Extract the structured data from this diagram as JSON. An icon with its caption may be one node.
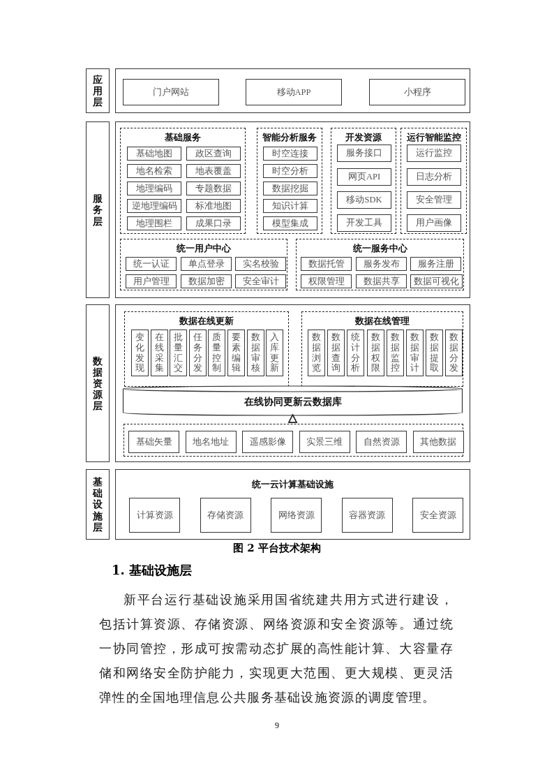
{
  "diagram": {
    "caption": "图 2 平台技术架构",
    "nodes": [
      {
        "text": [
          "应用层"
        ]
      },
      {
        "text": [],
        "shape": "box"
      },
      {
        "text": [
          "门户网站"
        ],
        "in": 1
      },
      {
        "text": [
          "移动APP"
        ],
        "in": 1
      },
      {
        "text": [
          "小程序"
        ],
        "in": 1
      },
      {
        "text": [
          "服务层"
        ]
      },
      {
        "text": [],
        "shape": "box"
      },
      {
        "text": [
          "基础服务"
        ],
        "in": 6
      },
      {
        "text": [
          "基础地图"
        ],
        "in": 7
      },
      {
        "text": [
          "政区查询"
        ],
        "in": 7
      },
      {
        "text": [
          "地名检索"
        ],
        "in": 7
      },
      {
        "text": [
          "地表覆盖"
        ],
        "in": 7
      },
      {
        "text": [
          "地理编码"
        ],
        "in": 7
      },
      {
        "text": [
          "专题数据"
        ],
        "in": 7
      },
      {
        "text": [
          "逆地理编码"
        ],
        "in": 7
      },
      {
        "text": [
          "标准地图"
        ],
        "in": 7
      },
      {
        "text": [
          "地理围栏"
        ],
        "in": 7
      },
      {
        "text": [
          "成果口录"
        ],
        "in": 7
      },
      {
        "text": [
          "智能分析服务"
        ],
        "in": 6
      },
      {
        "text": [
          "时空连接"
        ],
        "in": 18
      },
      {
        "text": [
          "时空分析"
        ],
        "in": 18
      },
      {
        "text": [
          "数据挖掘"
        ],
        "in": 18
      },
      {
        "text": [
          "知识计算"
        ],
        "in": 18
      },
      {
        "text": [
          "模型集成"
        ],
        "in": 18
      },
      {
        "text": [
          "开发资源"
        ],
        "in": 6
      },
      {
        "text": [
          "服务接口"
        ],
        "in": 24
      },
      {
        "text": [
          "网页API"
        ],
        "in": 24
      },
      {
        "text": [
          "移动SDK"
        ],
        "in": 24
      },
      {
        "text": [
          "开发工具"
        ],
        "in": 24
      },
      {
        "text": [
          "运行智能监控"
        ],
        "in": 6
      },
      {
        "text": [
          "运行监控"
        ],
        "in": 29
      },
      {
        "text": [
          "日志分析"
        ],
        "in": 29
      },
      {
        "text": [
          "安全管理"
        ],
        "in": 29
      },
      {
        "text": [
          "用户画像"
        ],
        "in": 29
      },
      {
        "text": [
          "统一用户中心"
        ],
        "in": 6
      },
      {
        "text": [
          "统一认证"
        ],
        "in": 34
      },
      {
        "text": [
          "单点登录"
        ],
        "in": 34
      },
      {
        "text": [
          "实名校验"
        ],
        "in": 34
      },
      {
        "text": [
          "用户管理"
        ],
        "in": 34
      },
      {
        "text": [
          "数据加密"
        ],
        "in": 34
      },
      {
        "text": [
          "安全审计"
        ],
        "in": 34
      },
      {
        "text": [
          "统一服务中心"
        ],
        "in": 6
      },
      {
        "text": [
          "数据托管"
        ],
        "in": 41
      },
      {
        "text": [
          "服务发布"
        ],
        "in": 41
      },
      {
        "text": [
          "服务注册"
        ],
        "in": 41
      },
      {
        "text": [
          "权限管理"
        ],
        "in": 41
      },
      {
        "text": [
          "数据共享"
        ],
        "in": 41
      },
      {
        "text": [
          "数据可视化"
        ],
        "in": 41
      },
      {
        "text": [
          "数据资源层"
        ]
      },
      {
        "text": [],
        "shape": "box"
      },
      {
        "text": [
          "数据在线更新"
        ],
        "in": 49
      },
      {
        "text": [
          "变化发现"
        ],
        "in": 50
      },
      {
        "text": [
          "在线采集"
        ],
        "in": 50
      },
      {
        "text": [
          "批量汇交"
        ],
        "in": 50
      },
      {
        "text": [
          "任务分发"
        ],
        "in": 50
      },
      {
        "text": [
          "质量控制"
        ],
        "in": 50
      },
      {
        "text": [
          "要素编辑"
        ],
        "in": 50
      },
      {
        "text": [
          "数据审核"
        ],
        "in": 50
      },
      {
        "text": [
          "入库更新"
        ],
        "in": 50
      },
      {
        "text": [
          "数据在线管理"
        ],
        "in": 49
      },
      {
        "text": [
          "数据浏览"
        ],
        "in": 59
      },
      {
        "text": [
          "数据查询"
        ],
        "in": 59
      },
      {
        "text": [
          "统计分析"
        ],
        "in": 59
      },
      {
        "text": [
          "数据权限"
        ],
        "in": 59
      },
      {
        "text": [
          "数据监控"
        ],
        "in": 59
      },
      {
        "text": [
          "数据审计"
        ],
        "in": 59
      },
      {
        "text": [
          "数据提取"
        ],
        "in": 59
      },
      {
        "text": [
          "数据分发"
        ],
        "in": 59
      },
      {
        "text": [
          "在线协同更新云数据库"
        ],
        "in": 49
      },
      {
        "text": [],
        "shape": "box",
        "in": 49
      },
      {
        "text": [
          "基础矢量"
        ],
        "in": 69
      },
      {
        "text": [
          "地名地址"
        ],
        "in": 69
      },
      {
        "text": [
          "遥感影像"
        ],
        "in": 69
      },
      {
        "text": [
          "实景三维"
        ],
        "in": 69
      },
      {
        "text": [
          "自然资源"
        ],
        "in": 69
      },
      {
        "text": [
          "其他数据"
        ],
        "in": 69
      },
      {
        "text": [
          "基础设施层"
        ]
      },
      {
        "text": [
          "统一云计算基础设施"
        ]
      },
      {
        "text": [
          "计算资源"
        ],
        "in": 77
      },
      {
        "text": [
          "存储资源"
        ],
        "in": 77
      },
      {
        "text": [
          "网络资源"
        ],
        "in": 77
      },
      {
        "text": [
          "容器资源"
        ],
        "in": 77
      },
      {
        "text": [
          "安全资源"
        ],
        "in": 77
      }
    ],
    "edges": [
      {
        "from": 69,
        "to": 68,
        "arrow": "to"
      }
    ],
    "labels": [
      "1. 基础设施层",
      "新平台运行基础设施采用国省统建共用方式进行建设，包括计算资源、存储资源、网络资源和安全资源等。通过统一协同管控，形成可按需动态扩展的高性能计算、大容量存储和网络安全防护能力，实现更大范围、更大规模、更灵活弹性的全国地理信息公共服务基础设施资源的调度管理。",
      "9"
    ]
  }
}
